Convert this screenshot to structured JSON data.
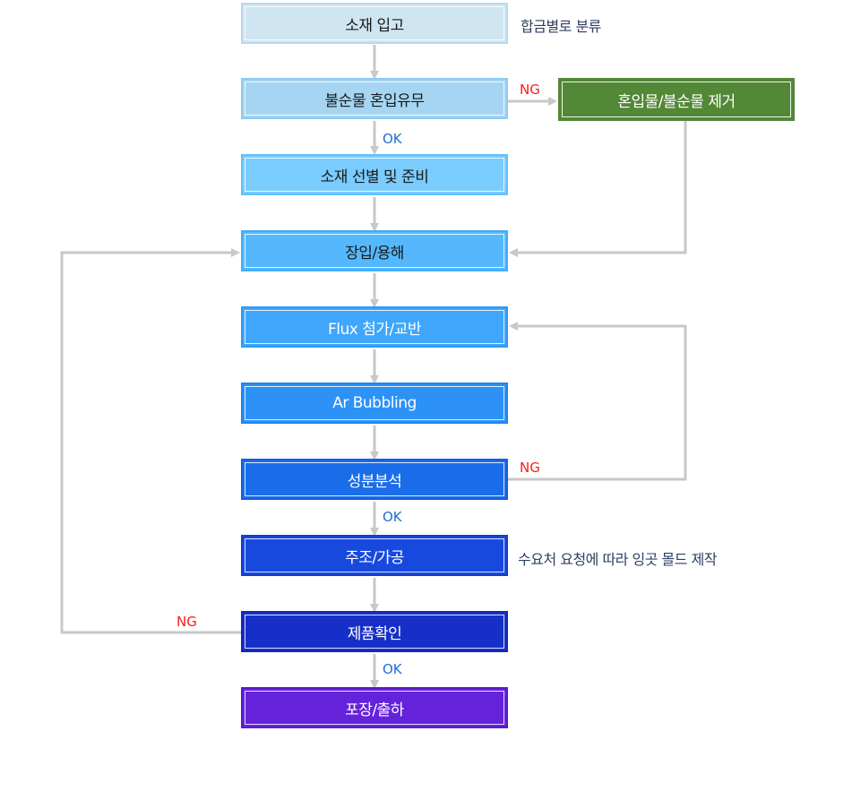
{
  "steps": [
    {
      "label": "소재 입고",
      "bg": "#cfe5f1",
      "border": "#b9d9ec",
      "text": "#1a1a1a"
    },
    {
      "label": "불순물 혼입유무",
      "bg": "#a5d5f2",
      "border": "#8fcaee",
      "text": "#1a1a1a"
    },
    {
      "label": "소재 선별 및 준비",
      "bg": "#79ccfd",
      "border": "#5ec2fd",
      "text": "#1a1a1a"
    },
    {
      "label": "장입/용해",
      "bg": "#55b8fd",
      "border": "#3faefd",
      "text": "#1a1a1a"
    },
    {
      "label": "Flux 첨가/교반",
      "bg": "#3fa6fb",
      "border": "#2b9bf8",
      "text": "#ffffff"
    },
    {
      "label": "Ar Bubbling",
      "bg": "#2c92f6",
      "border": "#1e85f0",
      "text": "#ffffff"
    },
    {
      "label": "성분분석",
      "bg": "#1b6ce8",
      "border": "#1060e0",
      "text": "#ffffff"
    },
    {
      "label": "주조/가공",
      "bg": "#1849df",
      "border": "#103dd8",
      "text": "#ffffff"
    },
    {
      "label": "제품확인",
      "bg": "#1630c7",
      "border": "#0f27bd",
      "text": "#ffffff"
    },
    {
      "label": "포장/출하",
      "bg": "#6522db",
      "border": "#5a18d2",
      "text": "#ffffff"
    }
  ],
  "side_box": {
    "label": "혼입물/불순물 제거"
  },
  "notes": {
    "intake": "합금별로 분류",
    "casting": "수요처 요청에 따라 잉곳 몰드 제작"
  },
  "labels": {
    "ng_impurity": "NG",
    "ok_impurity": "OK",
    "ng_analysis": "NG",
    "ok_analysis": "OK",
    "ng_product": "NG",
    "ok_product": "OK"
  },
  "colors": {
    "connector": "#c8c8c8",
    "ng": "#ff1a1a",
    "ok": "#1f6fd6"
  }
}
